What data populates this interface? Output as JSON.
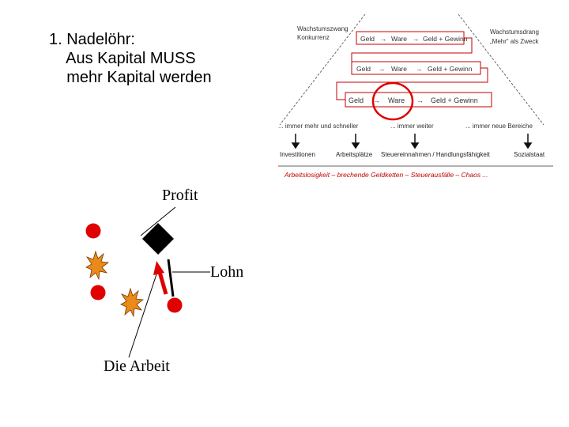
{
  "heading": {
    "line1": "1. Nadelöhr:",
    "line2": "    Aus Kapital MUSS",
    "line3": "    mehr Kapital werden"
  },
  "inset": {
    "left_title_1": "Wachstumszwang",
    "left_title_2": "Konkurrenz",
    "right_title_1": "Wachstumsdrang",
    "right_title_2": "„Mehr“ als Zweck",
    "row_words": [
      "Geld",
      "Ware",
      "Geld + Gewinn"
    ],
    "arrow_glyph": "→",
    "tendencies": [
      "... immer mehr und schneller",
      "... immer weiter",
      "... immer neue Bereiche"
    ],
    "areas": [
      "Investitionen",
      "Arbeitsplätze",
      "Steuereinnahmen / Handlungsfähigkeit",
      "Sozialstaat"
    ],
    "crisis_line": "Arbeitslosigkeit – brechende Geldketten – Steuerausfälle – Chaos ..."
  },
  "labels": {
    "profit": "Profit",
    "lohn": "Lohn",
    "arbeit": "Die Arbeit"
  },
  "colors": {
    "red": "#e00000",
    "dark_red": "#c00000",
    "box_border": "#aa0000",
    "star_fill": "#e98a1a",
    "dashed_line": "#666666"
  }
}
